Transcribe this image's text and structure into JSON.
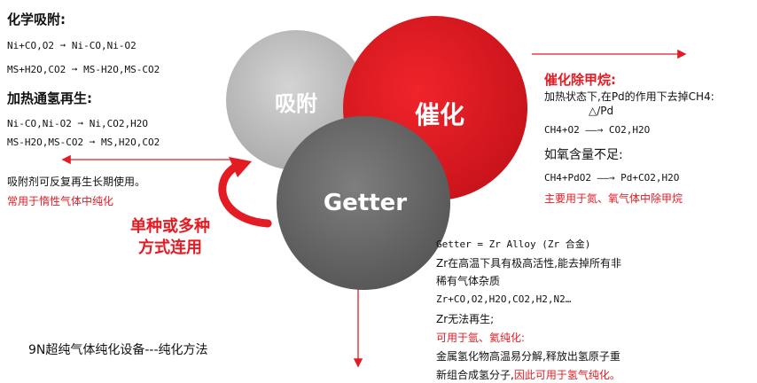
{
  "adsorption_section": {
    "title": "化学吸附:",
    "formula_1": "Ni+CO,O2 ➞ Ni-CO,Ni-O2",
    "formula_2": "MS+H2O,CO2 ➞ MS-H2O,MS-CO2",
    "regen_title": "加热通氢再生:",
    "regen_formula_1": "Ni-CO,Ni-O2 ➞ Ni,CO2,H2O",
    "regen_formula_2": "MS-H2O,MS-CO2 ➞ MS,H2O,CO2",
    "note": "吸附剂可反复再生长期使用。",
    "note_red": "常用于惰性气体中纯化"
  },
  "circles": {
    "adsorption": "吸附",
    "catalysis": "催化",
    "getter": "Getter"
  },
  "combo_label_line1": "单种或多种",
  "combo_label_line2": "方式连用",
  "catalysis_section": {
    "title": "催化除甲烷:",
    "line_1": "加热状态下,在Pd的作用下去掉CH4:",
    "condition": "△/Pd",
    "formula_1": "CH4+O2 ——→ CO2,H2O",
    "line_2": "如氧含量不足:",
    "formula_2": "CH4+PdO2 ——→ Pd+CO2,H2O",
    "note_red": "主要用于氮、氧气体中除甲烷"
  },
  "getter_section": {
    "line_1": "Getter = Zr Alloy (Zr 合金)",
    "line_2": "Zr在高温下具有极高活性,能去掉所有非",
    "line_3": "稀有气体杂质",
    "line_4": "Zr+CO,O2,H2O,CO2,H2,N2…",
    "line_5": "Zr无法再生;",
    "line_6_red": "可用于氩、氦纯化:",
    "line_7": "金属氢化物高温易分解,释放出氢原子重",
    "line_8_black": "新组合成氢分子,",
    "line_8_red": "因此可用于氢气纯化。"
  },
  "footer_title": "9N超纯气体纯化设备---纯化方法",
  "colors": {
    "red": "#e31b23",
    "light_gray": "#c4c4c4",
    "dark_gray": "#6f6f6f"
  }
}
